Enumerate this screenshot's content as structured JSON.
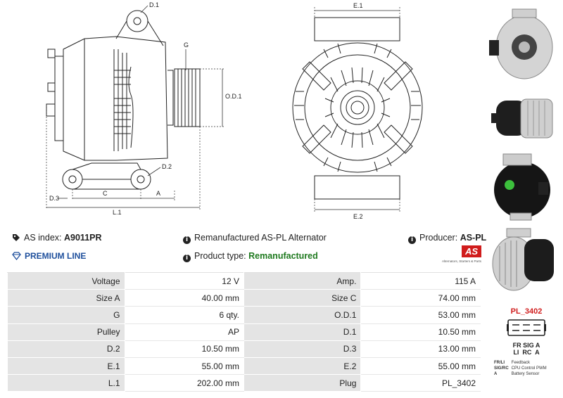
{
  "drawings": {
    "side_labels": {
      "d1": "D.1",
      "g": "G",
      "od1": "O.D.1",
      "d2": "D.2",
      "d3": "D.3",
      "c": "C",
      "a": "A",
      "l1": "L.1"
    },
    "front_labels": {
      "e1": "E.1",
      "e2": "E.2"
    }
  },
  "info": {
    "as_index_label": "AS index:",
    "as_index_value": "A9011PR",
    "description": "Remanufactured AS-PL Alternator",
    "producer_label": "Producer:",
    "producer_value": "AS-PL",
    "premium_line": "PREMIUM LINE",
    "product_type_label": "Product type:",
    "product_type_value": "Remanufactured",
    "logo_text": "AS",
    "logo_tagline": "Alternators, Starters & Parts"
  },
  "specs": [
    {
      "l1": "Voltage",
      "v1": "12 V",
      "l2": "Amp.",
      "v2": "115 A"
    },
    {
      "l1": "Size A",
      "v1": "40.00 mm",
      "l2": "Size C",
      "v2": "74.00 mm"
    },
    {
      "l1": "G",
      "v1": "6 qty.",
      "l2": "O.D.1",
      "v2": "53.00 mm"
    },
    {
      "l1": "Pulley",
      "v1": "AP",
      "l2": "D.1",
      "v2": "10.50 mm"
    },
    {
      "l1": "D.2",
      "v1": "10.50 mm",
      "l2": "D.3",
      "v2": "13.00 mm"
    },
    {
      "l1": "E.1",
      "v1": "55.00 mm",
      "l2": "E.2",
      "v2": "55.00 mm"
    },
    {
      "l1": "L.1",
      "v1": "202.00 mm",
      "l2": "Plug",
      "v2": "PL_3402"
    }
  ],
  "plug": {
    "code": "PL_3402",
    "pins_top": "FR SIG A",
    "pins_bottom": "LI  RC  A",
    "legend": [
      {
        "key": "FR/LI",
        "desc": "Feedback"
      },
      {
        "key": "SIG/RC",
        "desc": "CPU Control PWM"
      },
      {
        "key": "A",
        "desc": "Battery Sensor"
      }
    ]
  }
}
